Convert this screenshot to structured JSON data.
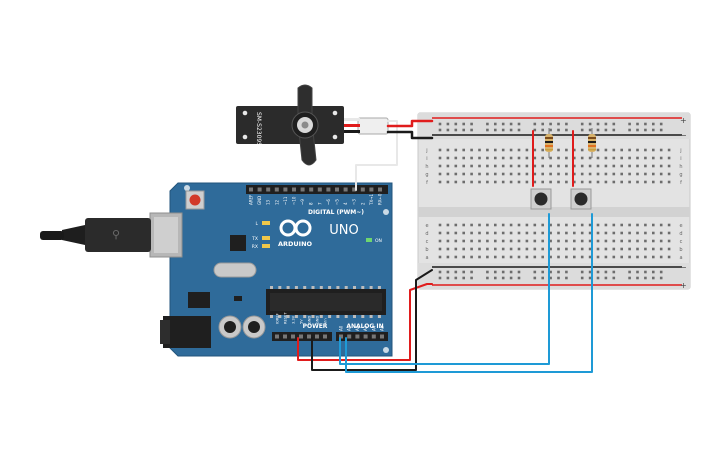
{
  "arduino": {
    "logo_text": "ARDUINO",
    "model": "UNO",
    "digital_label": "DIGITAL (PWM~)",
    "power_label": "POWER",
    "analog_label": "ANALOG IN",
    "on_label": "ON",
    "l_label": "L",
    "tx_label": "TX",
    "rx_label": "RX",
    "digital_pins": [
      "AREF",
      "GND",
      "13",
      "12",
      "~11",
      "~10",
      "~9",
      "8",
      "7",
      "~6",
      "~5",
      "4",
      "~3",
      "2",
      "TX→1",
      "RX←0"
    ],
    "power_pins": [
      "IOREF",
      "RESET",
      "3.3V",
      "5V",
      "GND",
      "GND",
      "Vin"
    ],
    "analog_pins": [
      "A0",
      "A1",
      "A2",
      "A3",
      "A4",
      "A5"
    ]
  },
  "servo": {
    "label": "SM-S2309S"
  },
  "breadboard": {
    "row_letters_top": [
      "j",
      "i",
      "h",
      "g",
      "f"
    ],
    "row_letters_bottom": [
      "e",
      "d",
      "c",
      "b",
      "a"
    ],
    "rail_plus": "+",
    "rail_minus": "−"
  },
  "colors": {
    "board": "#2f6b9a",
    "wire_red": "#e01c1c",
    "wire_black": "#1a1a1a",
    "wire_blue": "#1e9ad6",
    "wire_white": "#e8e8e8",
    "breadboard": "#e6e6e6"
  }
}
